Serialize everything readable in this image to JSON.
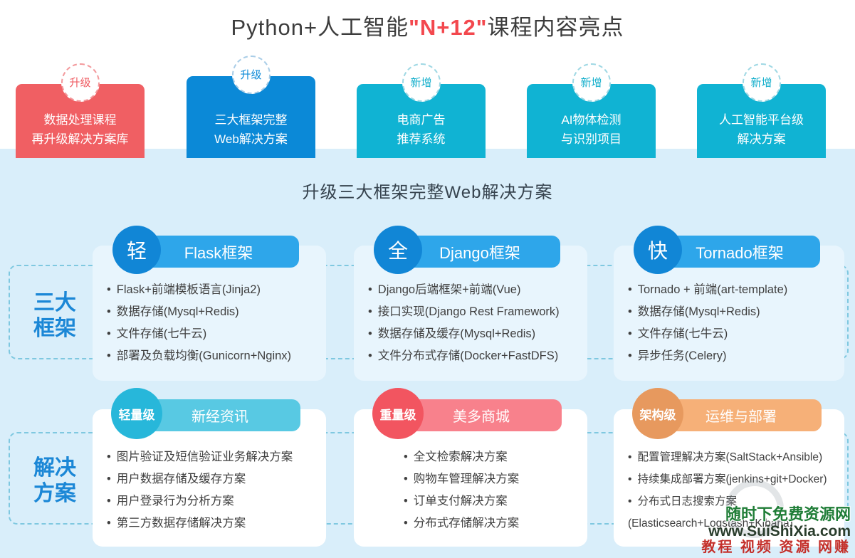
{
  "title": {
    "prefix": "Python+人工智能",
    "highlight": "\"N+12\"",
    "suffix": "课程内容亮点"
  },
  "top_cards": [
    {
      "badge": "升级",
      "lines": [
        "数据处理课程",
        "再升级解决方案库"
      ],
      "color": "#f05f63"
    },
    {
      "badge": "升级",
      "lines": [
        "三大框架完整",
        "Web解决方案"
      ],
      "color": "#0b89d7"
    },
    {
      "badge": "新增",
      "lines": [
        "电商广告",
        "推荐系统"
      ],
      "color": "#10b3d3"
    },
    {
      "badge": "新增",
      "lines": [
        "AI物体检测",
        "与识别项目"
      ],
      "color": "#10b3d3"
    },
    {
      "badge": "新增",
      "lines": [
        "人工智能平台级",
        "解决方案"
      ],
      "color": "#10b3d3"
    }
  ],
  "section_title": "升级三大框架完整Web解决方案",
  "rows": [
    {
      "label_lines": [
        "三大",
        "框架"
      ],
      "cards": [
        {
          "tag": "轻",
          "name": "Flask框架",
          "items": [
            "Flask+前端模板语言(Jinja2)",
            "数据存储(Mysql+Redis)",
            "文件存储(七牛云)",
            "部署及负载均衡(Gunicorn+Nginx)"
          ]
        },
        {
          "tag": "全",
          "name": "Django框架",
          "items": [
            "Django后端框架+前端(Vue)",
            "接口实现(Django Rest Framework)",
            "数据存储及缓存(Mysql+Redis)",
            "文件分布式存储(Docker+FastDFS)"
          ]
        },
        {
          "tag": "快",
          "name": "Tornado框架",
          "items": [
            "Tornado + 前端(art-template)",
            "数据存储(Mysql+Redis)",
            "文件存储(七牛云)",
            "异步任务(Celery)"
          ]
        }
      ]
    },
    {
      "label_lines": [
        "解决",
        "方案"
      ],
      "cards": [
        {
          "tag": "轻量级",
          "name": "新经资讯",
          "items": [
            "图片验证及短信验证业务解决方案",
            "用户数据存储及缓存方案",
            "用户登录行为分析方案",
            "第三方数据存储解决方案"
          ]
        },
        {
          "tag": "重量级",
          "name": "美多商城",
          "items": [
            "全文检索解决方案",
            "购物车管理解决方案",
            "订单支付解决方案",
            "分布式存储解决方案"
          ]
        },
        {
          "tag": "架构级",
          "name": "运维与部署",
          "items": [
            "配置管理解决方案(SaltStack+Ansible)",
            "持续集成部署方案(jenkins+git+Docker)",
            "分布式日志搜索方案(Elasticsearch+Logstash+Kibana)"
          ]
        }
      ]
    }
  ],
  "watermark": {
    "line1": "随时下免费资源网",
    "line2": "www.SuiShiXia.com",
    "line3": "教程 视频 资源 网赚"
  },
  "colors": {
    "title_text": "#3c3c3c",
    "title_highlight": "#f3484e",
    "page_background": "#d9eefa",
    "card_red": "#f05f63",
    "card_blue": "#0b89d7",
    "card_cyan": "#10b3d3",
    "row1_circle": "#1186d6",
    "row1_pill": "#2ea6ea",
    "row1_card_bg": "#e8f5fd",
    "row2_cyan_circle": "#27b7da",
    "row2_cyan_pill": "#58c9e3",
    "row2_red_circle": "#f25560",
    "row2_red_pill": "#f8818c",
    "row2_orange_circle": "#e7995e",
    "row2_orange_pill": "#f6b078",
    "dashed_border": "#7fc8e0",
    "label_blue": "#1b87d6",
    "watermark_green": "#1f7d37",
    "watermark_red": "#c42f2a"
  }
}
